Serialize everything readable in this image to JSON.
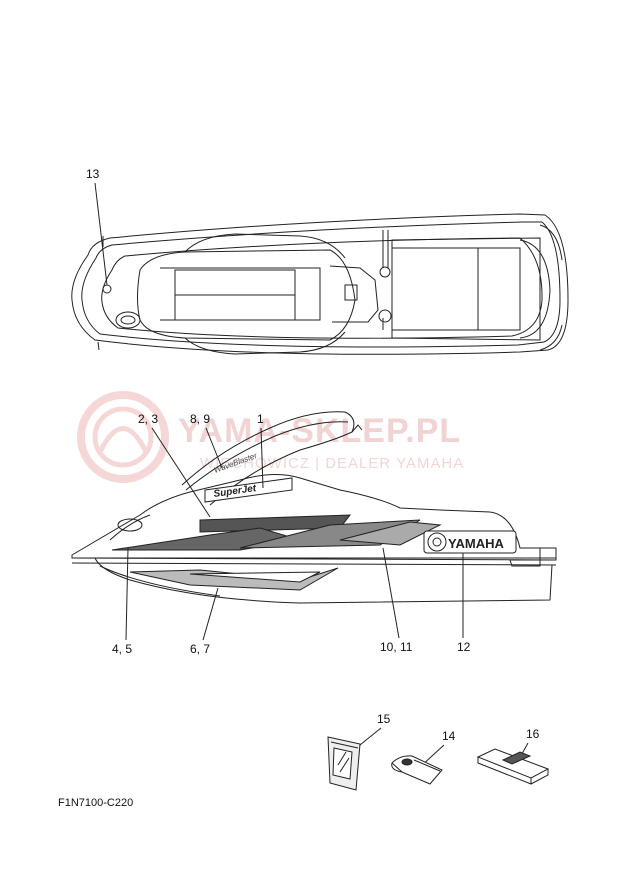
{
  "watermark": {
    "title": "YAMA-SKLEP.PL",
    "subtitle": "WIECHOWICZ | DEALER YAMAHA"
  },
  "callouts": {
    "c13": "13",
    "c2_3": "2, 3",
    "c8_9": "8, 9",
    "c1": "1",
    "c4_5": "4, 5",
    "c6_7": "6, 7",
    "c10_11": "10, 11",
    "c12": "12",
    "c15": "15",
    "c14": "14",
    "c16": "16"
  },
  "decals": {
    "brand": "YAMAHA",
    "superjet": "SuperJet",
    "wavebaster": "WaveBlaster"
  },
  "drawing_code": "F1N7100-C220",
  "colors": {
    "line": "#222222",
    "watermark": "#f0c9c9"
  }
}
